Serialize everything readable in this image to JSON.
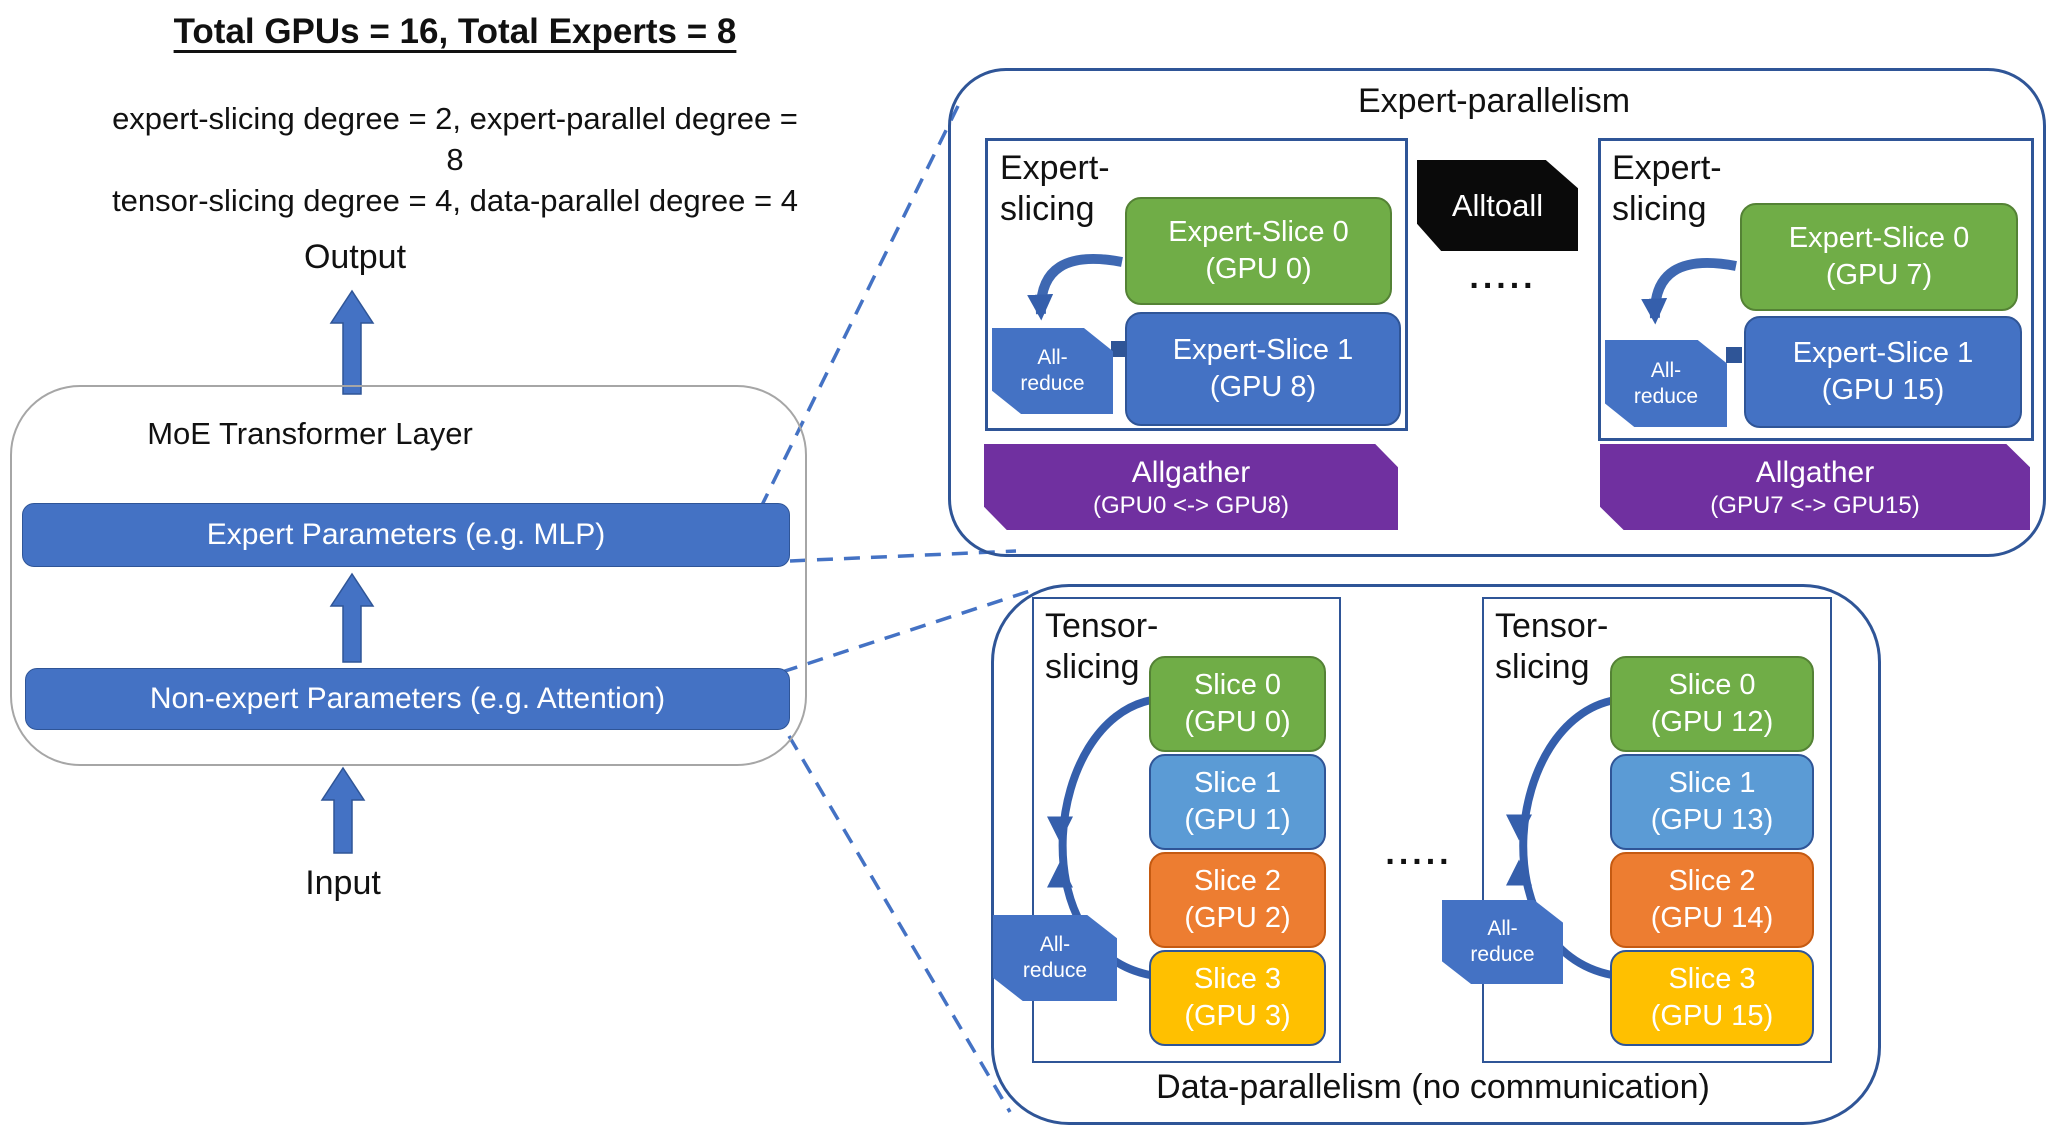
{
  "colors": {
    "bar_blue": "#4472C4",
    "dark_blue_border": "#2F5597",
    "green": "#70AD47",
    "sky_blue": "#5B9BD5",
    "orange": "#ED7D31",
    "amber": "#FFC000",
    "purple": "#7030A0",
    "alltoall_black": "#0A0A0A",
    "gray_border": "#A6A6A6",
    "dash_blue": "#4472C4"
  },
  "header": {
    "title": "Total GPUs = 16, Total Experts = 8",
    "params_line1": "expert-slicing degree = 2, expert-parallel degree =",
    "params_line1_wrap": "8",
    "params_line2": "tensor-slicing degree = 4, data-parallel degree = 4"
  },
  "flow": {
    "output": "Output",
    "input": "Input"
  },
  "moe": {
    "title": "MoE Transformer Layer",
    "expert_bar": "Expert Parameters (e.g. MLP)",
    "nonexpert_bar": "Non-expert Parameters (e.g. Attention)"
  },
  "expert_parallelism": {
    "title": "Expert-parallelism",
    "alltoall": "Alltoall",
    "dots": ".....",
    "groups": [
      {
        "label_line1": "Expert-",
        "label_line2": "slicing",
        "slices": [
          {
            "line1": "Expert-Slice 0",
            "line2": "(GPU 0)"
          },
          {
            "line1": "Expert-Slice 1",
            "line2": "(GPU 8)"
          }
        ],
        "allreduce": {
          "line1": "All-",
          "line2": "reduce"
        },
        "allgather": {
          "line1": "Allgather",
          "line2": "(GPU0 <-> GPU8)"
        }
      },
      {
        "label_line1": "Expert-",
        "label_line2": "slicing",
        "slices": [
          {
            "line1": "Expert-Slice 0",
            "line2": "(GPU 7)"
          },
          {
            "line1": "Expert-Slice 1",
            "line2": "(GPU 15)"
          }
        ],
        "allreduce": {
          "line1": "All-",
          "line2": "reduce"
        },
        "allgather": {
          "line1": "Allgather",
          "line2": "(GPU7 <-> GPU15)"
        }
      }
    ]
  },
  "data_parallelism": {
    "title": "Data-parallelism (no communication)",
    "dots": ".....",
    "groups": [
      {
        "label_line1": "Tensor-",
        "label_line2": "slicing",
        "allreduce": {
          "line1": "All-",
          "line2": "reduce"
        },
        "slices": [
          {
            "line1": "Slice 0",
            "line2": "(GPU 0)"
          },
          {
            "line1": "Slice 1",
            "line2": "(GPU 1)"
          },
          {
            "line1": "Slice 2",
            "line2": "(GPU 2)"
          },
          {
            "line1": "Slice 3",
            "line2": "(GPU 3)"
          }
        ]
      },
      {
        "label_line1": "Tensor-",
        "label_line2": "slicing",
        "allreduce": {
          "line1": "All-",
          "line2": "reduce"
        },
        "slices": [
          {
            "line1": "Slice 0",
            "line2": "(GPU 12)"
          },
          {
            "line1": "Slice 1",
            "line2": "(GPU 13)"
          },
          {
            "line1": "Slice 2",
            "line2": "(GPU 14)"
          },
          {
            "line1": "Slice 3",
            "line2": "(GPU 15)"
          }
        ]
      }
    ]
  }
}
